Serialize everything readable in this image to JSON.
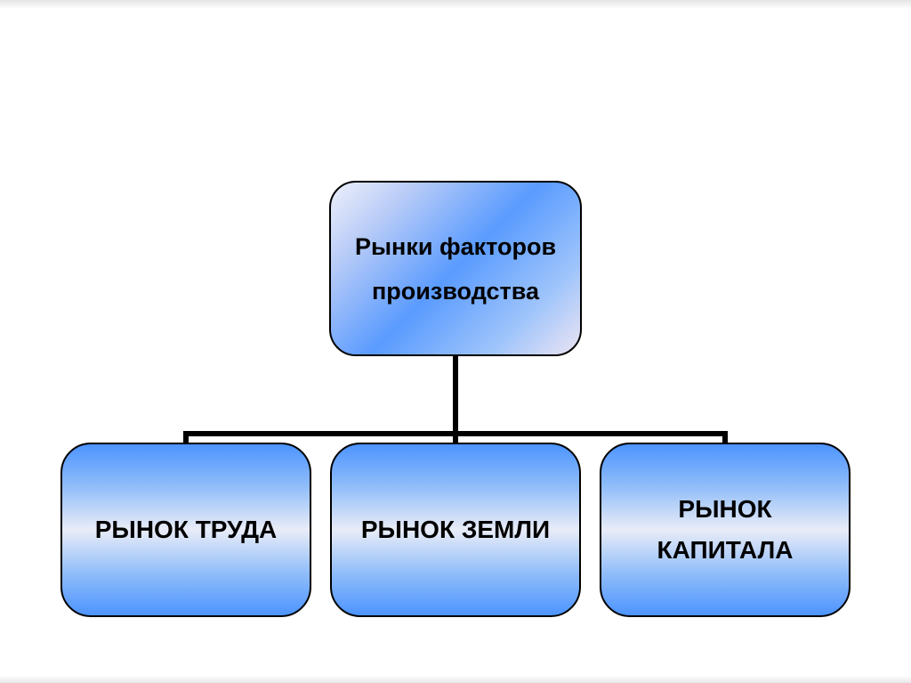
{
  "diagram": {
    "root": {
      "label": "Рынки факторов\nпроизводства"
    },
    "children": [
      {
        "label": "РЫНОК ТРУДА"
      },
      {
        "label": "РЫНОК ЗЕМЛИ"
      },
      {
        "label": "РЫНОК\nКАПИТАЛА"
      }
    ],
    "colors": {
      "box_blue": "#4d94ff",
      "box_highlight": "#e9ecf8",
      "border": "#000000",
      "connector": "#000000"
    }
  }
}
